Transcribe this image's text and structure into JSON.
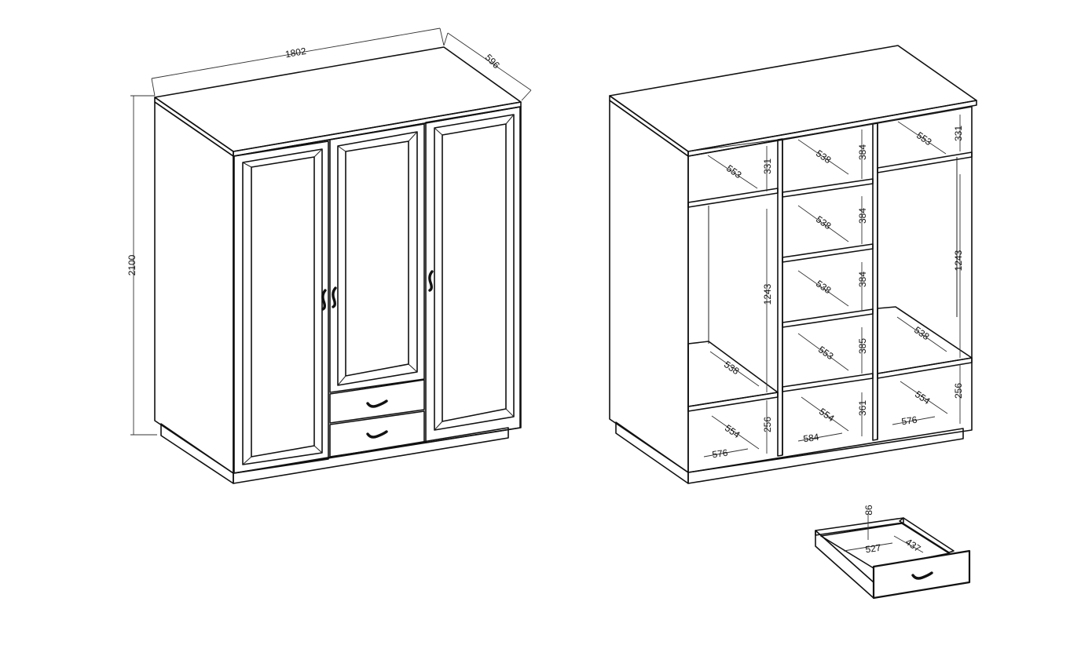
{
  "closed_view": {
    "width": "1802",
    "depth": "596",
    "height": "2100"
  },
  "open_view": {
    "left_column": {
      "top_shelf_depth": "553",
      "top_shelf_height": "331",
      "hanging_height": "1243",
      "floor_depth": "538",
      "bottom_depth": "554",
      "bottom_height": "256",
      "bottom_width": "576"
    },
    "middle_column": {
      "shelf1_depth": "538",
      "shelf1_height": "384",
      "shelf2_depth": "538",
      "shelf2_height": "384",
      "shelf3_depth": "538",
      "shelf3_height": "384",
      "shelf4_depth": "553",
      "shelf4_height": "385",
      "drawer_depth": "554",
      "drawer_height": "361",
      "drawer_width": "584"
    },
    "right_column": {
      "top_shelf_depth": "553",
      "top_shelf_height": "331",
      "hanging_height": "1243",
      "floor_depth": "538",
      "bottom_depth": "554",
      "bottom_height": "256",
      "bottom_width": "576"
    }
  },
  "drawer_view": {
    "height": "86",
    "width": "527",
    "depth": "437"
  }
}
